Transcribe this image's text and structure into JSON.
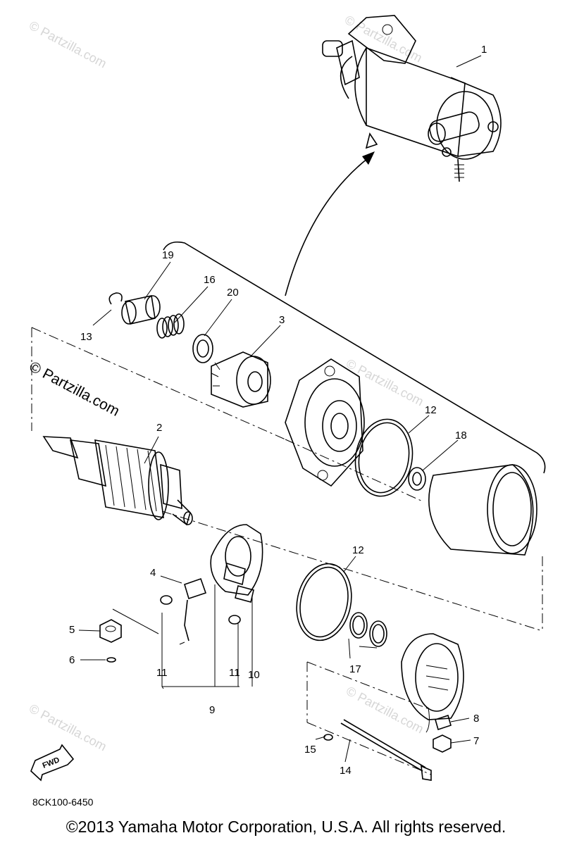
{
  "watermarks": {
    "main": "© Partzilla.com",
    "faint": "© Partzilla.com"
  },
  "callouts": {
    "p1": "1",
    "p2": "2",
    "p3": "3",
    "p4": "4",
    "p5": "5",
    "p6": "6",
    "p7": "7",
    "p8": "8",
    "p9": "9",
    "p10": "10",
    "p11a": "11",
    "p11b": "11",
    "p12a": "12",
    "p12b": "12",
    "p13": "13",
    "p14": "14",
    "p15": "15",
    "p16": "16",
    "p17": "17",
    "p18": "18",
    "p19": "19",
    "p20": "20"
  },
  "fwd_label": "FWD",
  "diagram_code": "8CK100-6450",
  "copyright": "©2013  Yamaha Motor Corporation, U.S.A. All rights reserved."
}
